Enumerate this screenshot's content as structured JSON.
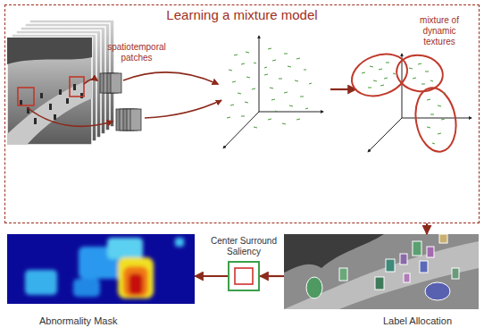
{
  "diagram": {
    "nodes": [
      {
        "text": [
          "Learning a mixture model"
        ]
      },
      {
        "text": [
          "Label Allocation"
        ]
      },
      {
        "text": [
          "Center Surround Saliency"
        ]
      },
      {
        "text": [
          "Abnormality Mask"
        ]
      }
    ],
    "edges": [
      {
        "from": 0,
        "to": 1,
        "arrow": "to"
      },
      {
        "from": 1,
        "to": 2,
        "arrow": "to"
      },
      {
        "from": 2,
        "to": 3,
        "arrow": "to"
      }
    ],
    "labels": [
      "spatiotemporal patches",
      "mixture of dynamic textures"
    ]
  }
}
